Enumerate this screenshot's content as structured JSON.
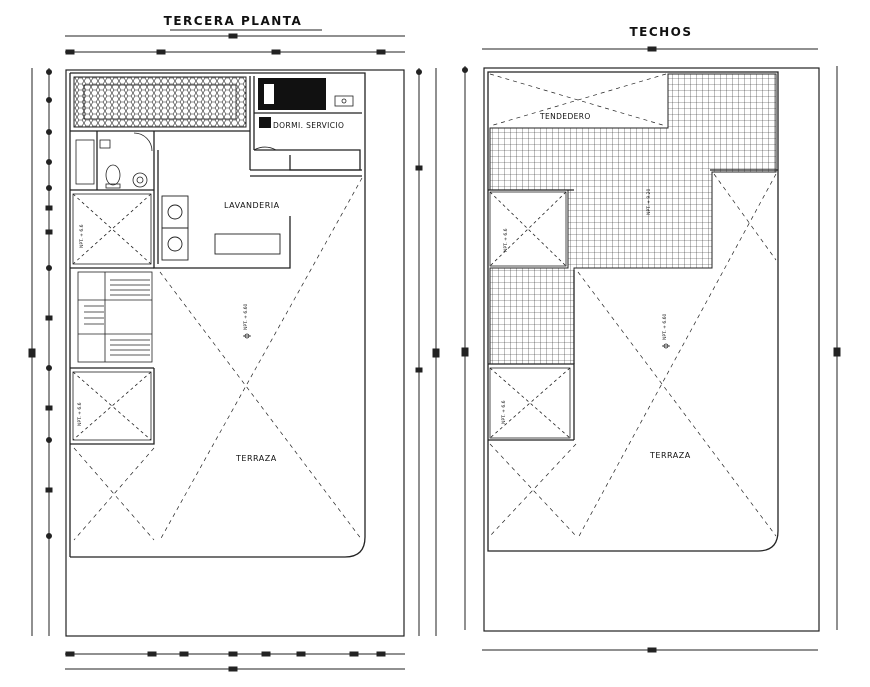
{
  "plans": [
    {
      "title": "TERCERA PLANTA",
      "rooms": {
        "dormitorio": "DORMI. SERVICIO",
        "lavanderia": "LAVANDERIA",
        "terraza": "TERRAZA"
      },
      "levels": {
        "main": "NPT. + 6.60",
        "patio_upper": "NPT. + 6.6",
        "patio_lower": "NPT. + 6.6"
      }
    },
    {
      "title": "TECHOS",
      "rooms": {
        "tendedero": "TENDEDERO",
        "terraza": "TERRAZA"
      },
      "levels": {
        "tendedero": "NPT. + 9.20",
        "main": "NPT. + 6.60",
        "patio_upper": "NPT. + 6.6",
        "patio_lower": "NPT. + 6.6"
      }
    }
  ],
  "colors": {
    "line": "#1a1a1a",
    "background": "#ffffff"
  }
}
